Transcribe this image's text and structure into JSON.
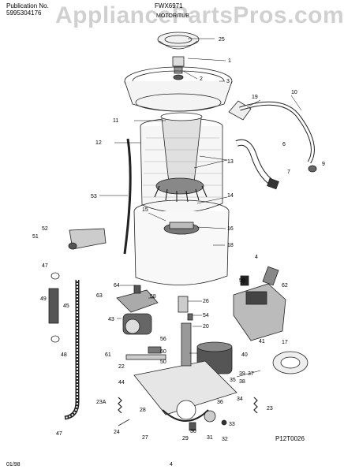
{
  "header": {
    "publication_label": "Publication No.",
    "publication_number": "5995304176",
    "model": "FWX6971",
    "section_title": "MOTOR/TUB"
  },
  "watermark": "AppliancePartsPros.com",
  "diagram_code": "P12T0026",
  "footer": {
    "date": "01/98",
    "page": "4"
  },
  "callouts": {
    "c25": "25",
    "c1": "1",
    "c2": "2",
    "c3": "3",
    "c10": "10",
    "c19": "19",
    "c11": "11",
    "c12": "12",
    "c6": "6",
    "c13": "13",
    "c7": "7",
    "c9": "9",
    "c53": "53",
    "c14": "14",
    "c15": "15",
    "c16": "16",
    "c52": "52",
    "c51": "51",
    "c18": "18",
    "c4": "4",
    "c47a": "47",
    "c64": "64",
    "c59": "59",
    "c62": "62",
    "c63": "63",
    "c58": "58",
    "c26": "26",
    "c49": "49",
    "c45": "45",
    "c54": "54",
    "c20": "20",
    "c41": "41",
    "c43": "43",
    "c56": "56",
    "c17": "17",
    "c60": "60",
    "c61": "61",
    "c40": "40",
    "c50": "50",
    "c48": "48",
    "c22": "22",
    "c39": "39",
    "c37": "37",
    "c38": "38",
    "c35": "35",
    "c44": "44",
    "c34": "34",
    "c23a": "23A",
    "c36": "36",
    "c28": "28",
    "c23": "23",
    "c33": "33",
    "c24": "24",
    "c30": "30",
    "c27": "27",
    "c29": "29",
    "c31": "31",
    "c32": "32",
    "c47b": "47"
  }
}
